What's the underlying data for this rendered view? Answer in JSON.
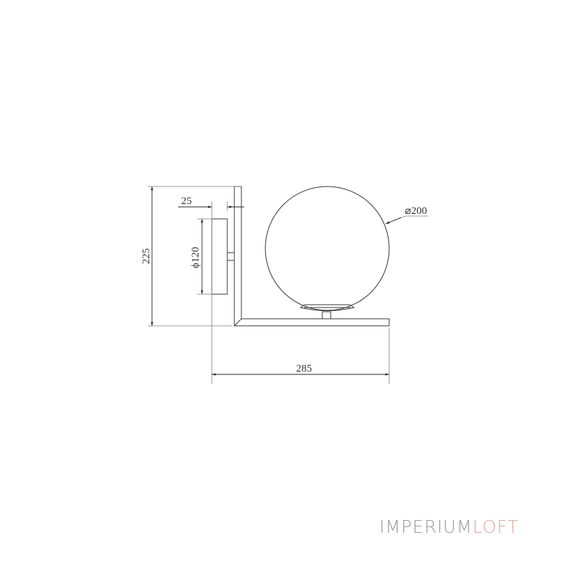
{
  "drawing": {
    "dimensions": {
      "height": "225",
      "projection": "25",
      "backplate_diameter": "ϕ120",
      "width": "285",
      "globe_diameter": "⌀200"
    }
  },
  "logo": {
    "part1": "IMPERIUM",
    "part2": "LOFT",
    "colors": {
      "part1": "#9a9a9a",
      "part2": "#e3a3a0"
    }
  }
}
